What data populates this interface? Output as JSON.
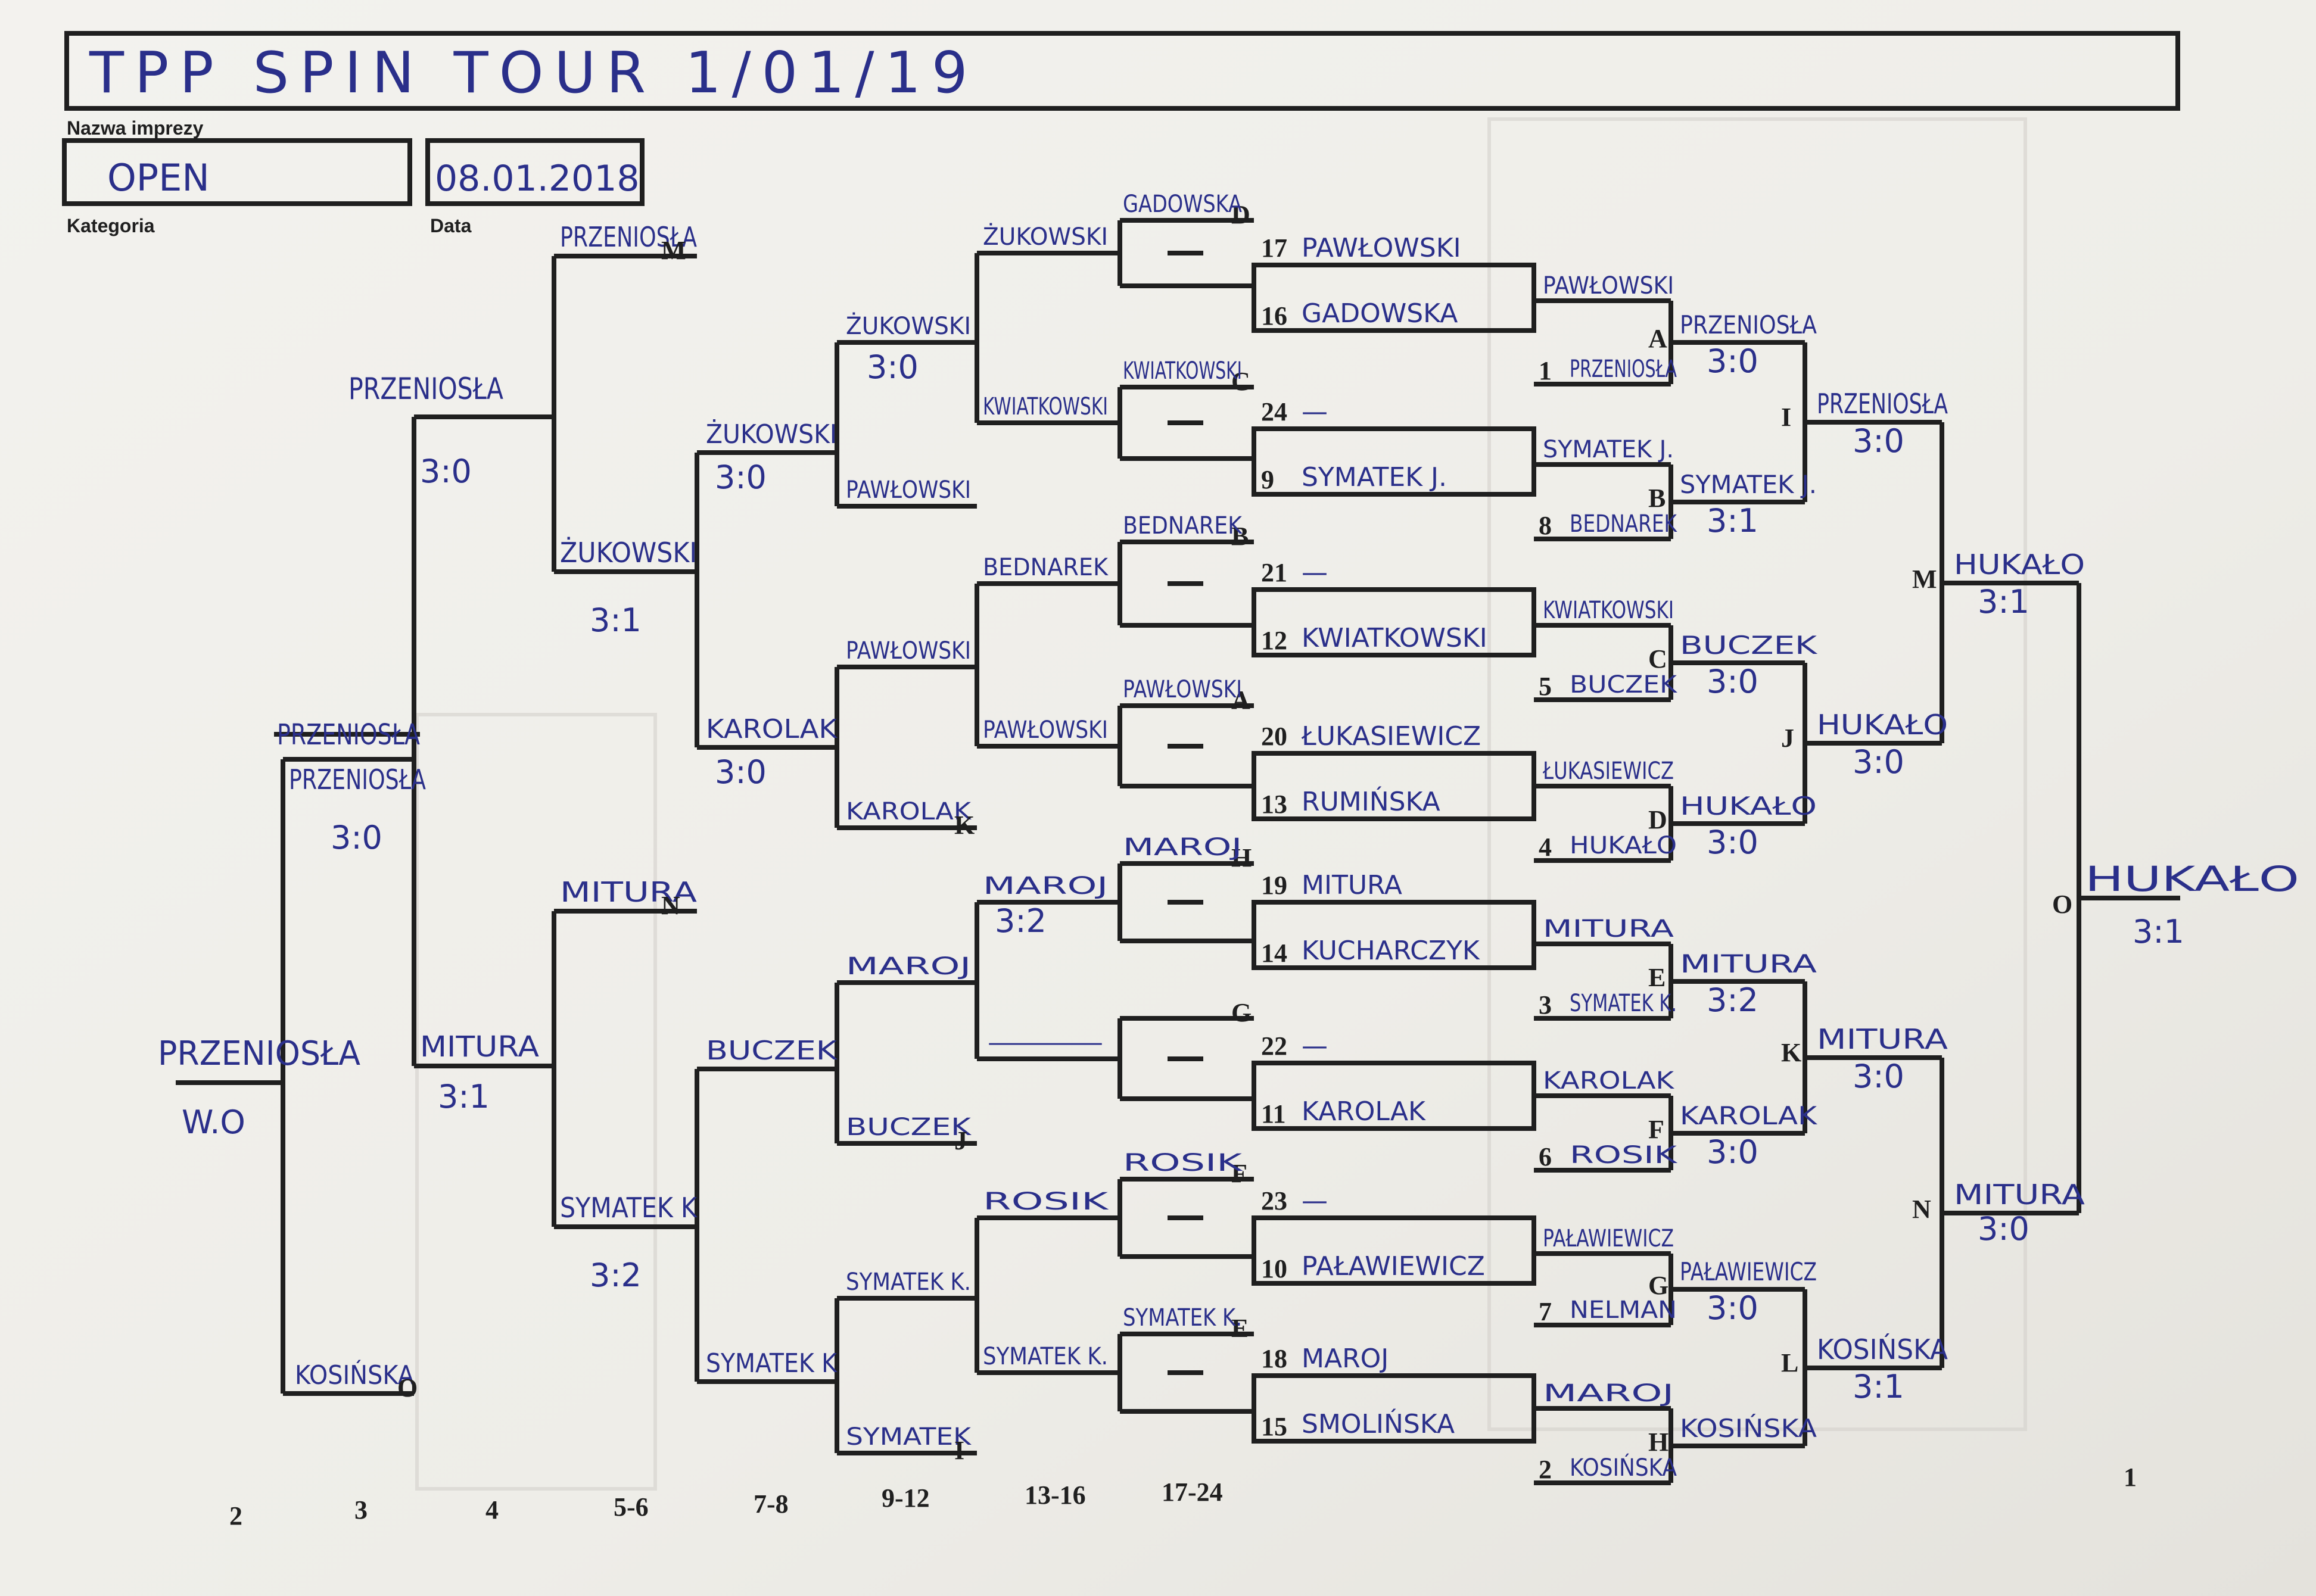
{
  "header": {
    "event_title": "TPP SPIN TOUR 1/01/19",
    "event_label": "Nazwa imprezy",
    "category_value": "OPEN",
    "category_label": "Kategoria",
    "date_value": "08.01.2018",
    "date_label": "Data"
  },
  "colors": {
    "paper": "#f1f0ec",
    "ink": "#1f1f1f",
    "pen": "#2a2f8a"
  },
  "places": [
    "2",
    "3",
    "4",
    "5-6",
    "7-8",
    "9-12",
    "13-16",
    "17-24",
    "1"
  ],
  "seed_slots": [
    {
      "seed": "17",
      "name": "PAWŁOWSKI"
    },
    {
      "seed": "16",
      "name": "GADOWSKA"
    },
    {
      "seed": "24",
      "name": "—"
    },
    {
      "seed": "9",
      "name": "SYMATEK J."
    },
    {
      "seed": "21",
      "name": "—"
    },
    {
      "seed": "12",
      "name": "KWIATKOWSKI"
    },
    {
      "seed": "20",
      "name": "ŁUKASIEWICZ"
    },
    {
      "seed": "13",
      "name": "RUMIŃSKA"
    },
    {
      "seed": "19",
      "name": "MITURA"
    },
    {
      "seed": "14",
      "name": "KUCHARCZYK"
    },
    {
      "seed": "22",
      "name": "—"
    },
    {
      "seed": "11",
      "name": "KAROLAK"
    },
    {
      "seed": "23",
      "name": "—"
    },
    {
      "seed": "10",
      "name": "PAŁAWIEWICZ"
    },
    {
      "seed": "18",
      "name": "MAROJ"
    },
    {
      "seed": "15",
      "name": "SMOLIŃSKA"
    }
  ],
  "right_round1": [
    {
      "seed": "1",
      "name": "PRZENIOSŁA"
    },
    {
      "seed": "8",
      "name": "BEDNAREK"
    },
    {
      "seed": "5",
      "name": "BUCZEK"
    },
    {
      "seed": "4",
      "name": "HUKAŁO"
    },
    {
      "seed": "3",
      "name": "SYMATEK K."
    },
    {
      "seed": "6",
      "name": "ROSIK"
    },
    {
      "seed": "7",
      "name": "NELMAN"
    },
    {
      "seed": "2",
      "name": "KOSIŃSKA"
    }
  ],
  "right_r1_top": [
    {
      "name": "PAWŁOWSKI"
    },
    {
      "name": "SYMATEK J."
    },
    {
      "name": "KWIATKOWSKI"
    },
    {
      "name": "ŁUKASIEWICZ"
    },
    {
      "name": "MITURA"
    },
    {
      "name": "KAROLAK"
    },
    {
      "name": "PAŁAWIEWICZ"
    },
    {
      "name": "MAROJ"
    }
  ],
  "letters": {
    "right_r1": [
      "A",
      "B",
      "C",
      "D",
      "E",
      "F",
      "G",
      "H"
    ],
    "right_r2": [
      "I",
      "J",
      "K",
      "L"
    ],
    "right_r3": [
      "M",
      "N"
    ],
    "final": "O"
  },
  "right_round2": [
    {
      "name": "PRZENIOSŁA",
      "score": "3:0"
    },
    {
      "name": "SYMATEK J.",
      "score": "3:1"
    },
    {
      "name": "BUCZEK",
      "score": "3:0"
    },
    {
      "name": "HUKAŁO",
      "score": "3:0"
    },
    {
      "name": "MITURA",
      "score": "3:2"
    },
    {
      "name": "KAROLAK",
      "score": "3:0"
    },
    {
      "name": "PAŁAWIEWICZ",
      "score": "3:0"
    },
    {
      "name": "KOSIŃSKA",
      "score": ""
    }
  ],
  "right_round3": [
    {
      "name": "PRZENIOSŁA",
      "score": "3:0"
    },
    {
      "name": "HUKAŁO",
      "score": "3:0"
    },
    {
      "name": "MITURA",
      "score": "3:0"
    },
    {
      "name": "KOSIŃSKA",
      "score": "3:1"
    }
  ],
  "right_round4": [
    {
      "name": "HUKAŁO",
      "score": "3:1"
    },
    {
      "name": "MITURA",
      "score": "3:0"
    }
  ],
  "winner": {
    "name": "HUKAŁO",
    "score": "3:1"
  },
  "left_col1": [
    {
      "name": "GADOWSKA",
      "letter": "D"
    },
    {
      "name": "KWIATKOWSKI",
      "letter": "C"
    },
    {
      "name": "BEDNAREK",
      "letter": "B"
    },
    {
      "name": "PAWŁOWSKI",
      "letter": "A"
    },
    {
      "name": "MAROJ",
      "letter": "H"
    },
    {
      "name": "",
      "letter": "G"
    },
    {
      "name": "ROSIK",
      "letter": "F"
    },
    {
      "name": "SYMATEK K.",
      "letter": "E"
    }
  ],
  "left_col2": [
    {
      "name": "ŻUKOWSKI",
      "score": ""
    },
    {
      "name": "KWIATKOWSKI",
      "score": ""
    },
    {
      "name": "BEDNAREK",
      "score": ""
    },
    {
      "name": "PAWŁOWSKI",
      "score": ""
    },
    {
      "name": "MAROJ",
      "score": "3:2"
    },
    {
      "name": "—",
      "score": ""
    },
    {
      "name": "ROSIK",
      "score": ""
    },
    {
      "name": "SYMATEK K.",
      "score": ""
    }
  ],
  "left_col3": [
    {
      "name": "ŻUKOWSKI",
      "score": "3:0"
    },
    {
      "name": "PAWŁOWSKI",
      "score": ""
    },
    {
      "name": "PAWŁOWSKI",
      "score": ""
    },
    {
      "name": "KAROLAK",
      "score": "",
      "letter": "K"
    },
    {
      "name": "MAROJ",
      "score": ""
    },
    {
      "name": "BUCZEK",
      "score": "",
      "letter": "J"
    },
    {
      "name": "SYMATEK K.",
      "score": ""
    },
    {
      "name": "SYMATEK",
      "score": "",
      "letter": "I"
    }
  ],
  "left_col4": [
    {
      "name": "ŻUKOWSKI",
      "score": "3:0"
    },
    {
      "name": "KAROLAK",
      "score": "3:0"
    },
    {
      "name": "BUCZEK",
      "score": ""
    },
    {
      "name": "SYMATEK K",
      "score": ""
    }
  ],
  "left_col5": [
    {
      "name": "PRZENIOSŁA",
      "score": "",
      "letter": "M"
    },
    {
      "name": "ŻUKOWSKI",
      "score": "3:1"
    },
    {
      "name": "MITURA",
      "score": "",
      "letter": "N"
    },
    {
      "name": "SYMATEK K",
      "score": "3:2"
    }
  ],
  "left_col6": [
    {
      "name": "PRZENIOSŁA",
      "score": "3:0"
    },
    {
      "name": "MITURA",
      "score": "3:1"
    }
  ],
  "left_col7": [
    {
      "name": "PRZENIOSŁA",
      "score": "3:0",
      "strike": "PRZENIOSŁA"
    },
    {
      "name": "KOSIŃSKA",
      "score": "",
      "letter": "O"
    }
  ],
  "left_final": {
    "name": "PRZENIOSŁA",
    "score": "W.O"
  }
}
